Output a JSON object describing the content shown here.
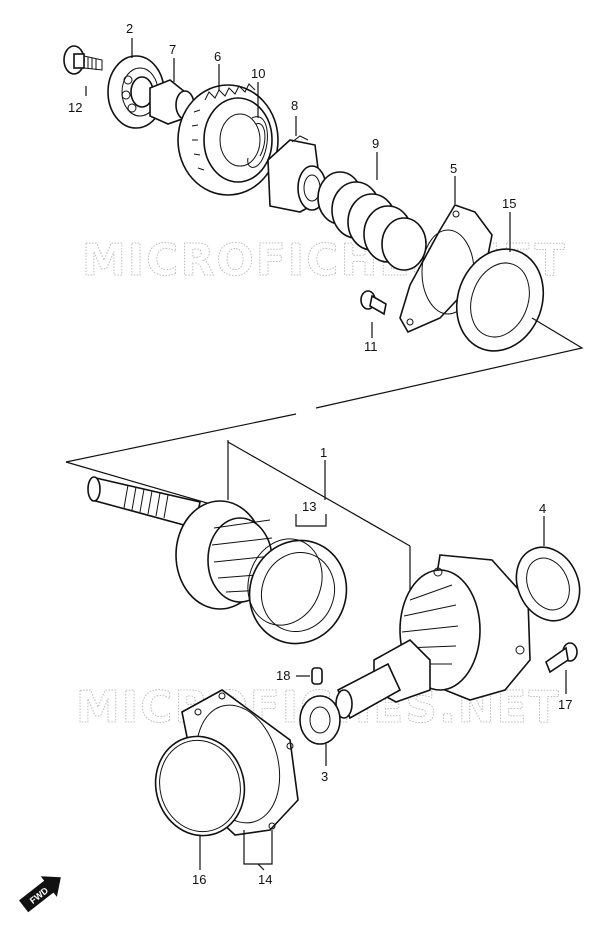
{
  "watermark": "MICROFICHES.NET",
  "direction_badge": "FWD",
  "callouts": [
    {
      "id": "c1",
      "text": "1"
    },
    {
      "id": "c2",
      "text": "2"
    },
    {
      "id": "c3",
      "text": "3"
    },
    {
      "id": "c4",
      "text": "4"
    },
    {
      "id": "c5",
      "text": "5"
    },
    {
      "id": "c6",
      "text": "6"
    },
    {
      "id": "c7",
      "text": "7"
    },
    {
      "id": "c8",
      "text": "8"
    },
    {
      "id": "c9",
      "text": "9"
    },
    {
      "id": "c10",
      "text": "10"
    },
    {
      "id": "c11",
      "text": "11"
    },
    {
      "id": "c12",
      "text": "12"
    },
    {
      "id": "c13",
      "text": "13"
    },
    {
      "id": "c14",
      "text": "14"
    },
    {
      "id": "c15",
      "text": "15"
    },
    {
      "id": "c16",
      "text": "16"
    },
    {
      "id": "c17",
      "text": "17"
    },
    {
      "id": "c18",
      "text": "18"
    }
  ]
}
